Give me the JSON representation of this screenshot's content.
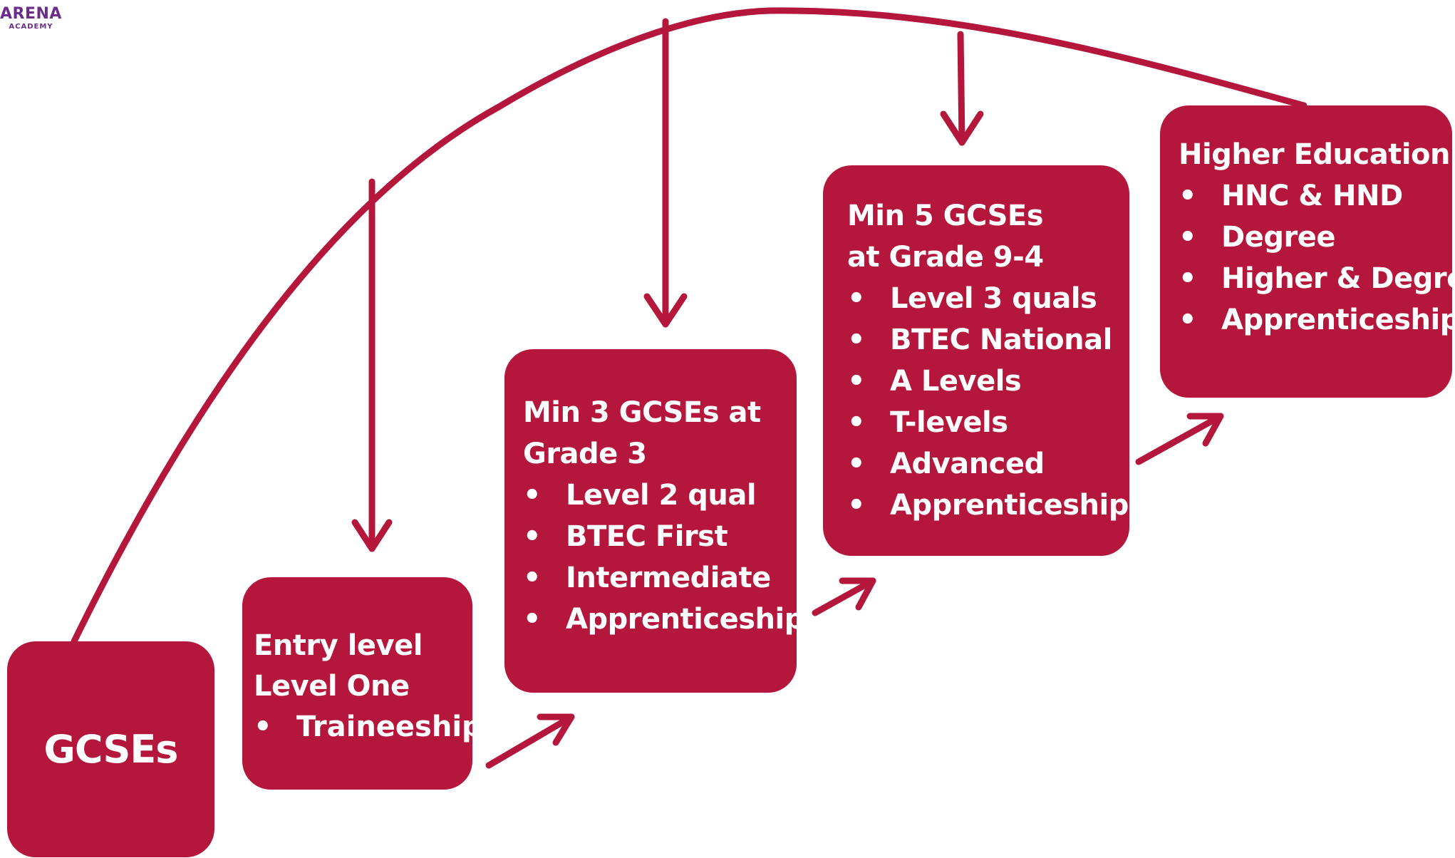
{
  "logo": {
    "name": "ARENA",
    "sub": "ACADEMY"
  },
  "colors": {
    "box": "#b5163b",
    "line": "#b5163b",
    "text": "#ffffff",
    "logo": "#6b2c8c"
  },
  "boxes": [
    {
      "title": "GCSEs",
      "items": []
    },
    {
      "title": "Entry level\n Level One",
      "items": [
        "Traineeship"
      ]
    },
    {
      "title": "Min 3 GCSEs at\nGrade 3",
      "items": [
        "Level 2 qual",
        "BTEC First",
        "Intermediate",
        "Apprenticeship"
      ]
    },
    {
      "title": "Min 5 GCSEs\nat Grade 9-4",
      "items": [
        "Level 3 quals",
        "BTEC National",
        "A Levels",
        "T-levels",
        "Advanced",
        "Apprenticeship"
      ]
    },
    {
      "title": "Higher Education",
      "items": [
        "HNC & HND",
        "Degree",
        "Higher & Degree",
        "Apprenticeship"
      ]
    }
  ]
}
